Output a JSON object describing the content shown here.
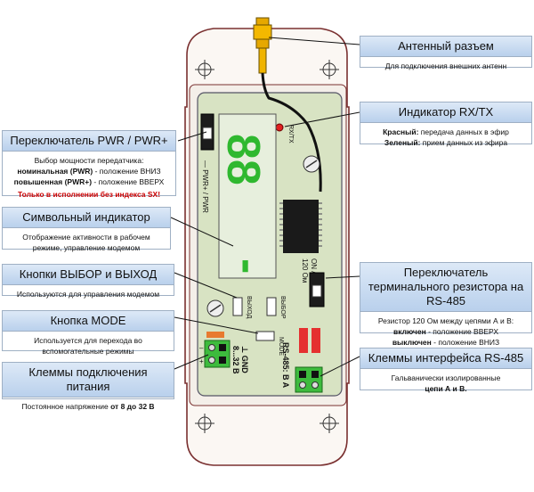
{
  "callouts": {
    "antenna": {
      "title": "Антенный разъем",
      "body": "Для подключения внешних антенн"
    },
    "rxtx": {
      "title": "Индикатор RX/TX",
      "red_label": "Красный:",
      "red_text": " передача данных в эфир",
      "green_label": "Зеленый:",
      "green_text": " прием данных из эфира"
    },
    "pwr": {
      "title": "Переключатель PWR / PWR+",
      "line1": "Выбор мощности передатчика:",
      "nominal_label": "номинальная (PWR)",
      "nominal_text": " - положение ВНИЗ",
      "high_label": "повышенная (PWR+)",
      "high_text": " - положение ВВЕРХ",
      "note": "Только в исполнении без индекса SX!"
    },
    "display": {
      "title": "Символьный индикатор",
      "body": "Отображение активности в рабочем режиме, управление модемом"
    },
    "buttons": {
      "title": "Кнопки  ВЫБОР и ВЫХОД",
      "body": "Используются для управления модемом"
    },
    "terminator": {
      "title": "Переключатель терминального резистора на RS-485",
      "line1": "Резистор 120 Ом между цепями А и В:",
      "on_label": "включен",
      "on_text": " - положение ВВЕРХ",
      "off_label": "выключен",
      "off_text": " - положение ВНИЗ"
    },
    "mode": {
      "title": "Кнопка MODE",
      "body": "Используется для перехода во вспомогательные режимы"
    },
    "rs485": {
      "title": "Клеммы интерфейса RS-485",
      "line1": "Гальванически изолированные",
      "line2": "цепи А и В."
    },
    "power": {
      "title": "Клеммы подключения питания",
      "body_prefix": "Постоянное напряжение ",
      "body_bold": "от 8 до 32 В"
    }
  },
  "board_labels": {
    "rxtx": "RX/TX",
    "pwr": "— PWR+ / PWR",
    "exit": "ВЫХОД",
    "select": "ВЫБОР",
    "mode": "MODE",
    "on_off": "ON / OFF",
    "ohm": "120 Ом",
    "rs485": "RS-485: B A",
    "volt": "8...32 В",
    "gnd": "⊥ GND",
    "sign_minus": "–",
    "sign_plus": "+"
  },
  "display": {
    "digits": "88",
    "minus": "-"
  },
  "colors": {
    "board": "#d8e3c3",
    "enclosure": "#7a3030",
    "header": "#c7dbf1",
    "terminal": "#3dbb3d",
    "digit_on": "#2fb82f",
    "led_red": "#e02020"
  }
}
